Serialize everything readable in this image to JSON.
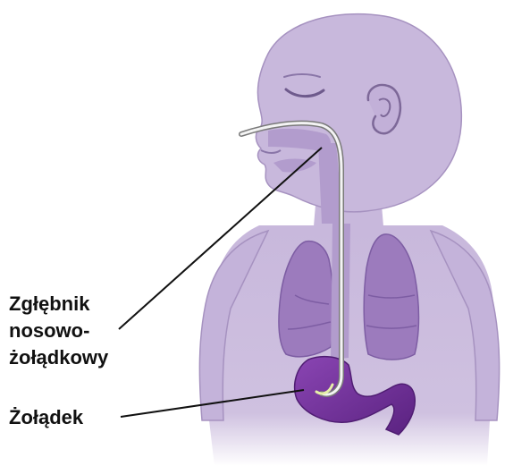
{
  "labels": {
    "tube_line1": "Zgłębnik",
    "tube_line2": "nosowo-",
    "tube_line3": "żołądkowy",
    "stomach": "Żołądek"
  },
  "colors": {
    "skin": "#c8b8dc",
    "skin_outline": "#9c88b8",
    "lung": "#9c7bbd",
    "lung_outline": "#7d5da3",
    "stomach": "#6d2f97",
    "stomach_dark": "#4f1d72",
    "tube": "#f2f2f2",
    "tube_outline": "#8a8a8a",
    "leader_line": "#111111",
    "label_text": "#111111"
  }
}
